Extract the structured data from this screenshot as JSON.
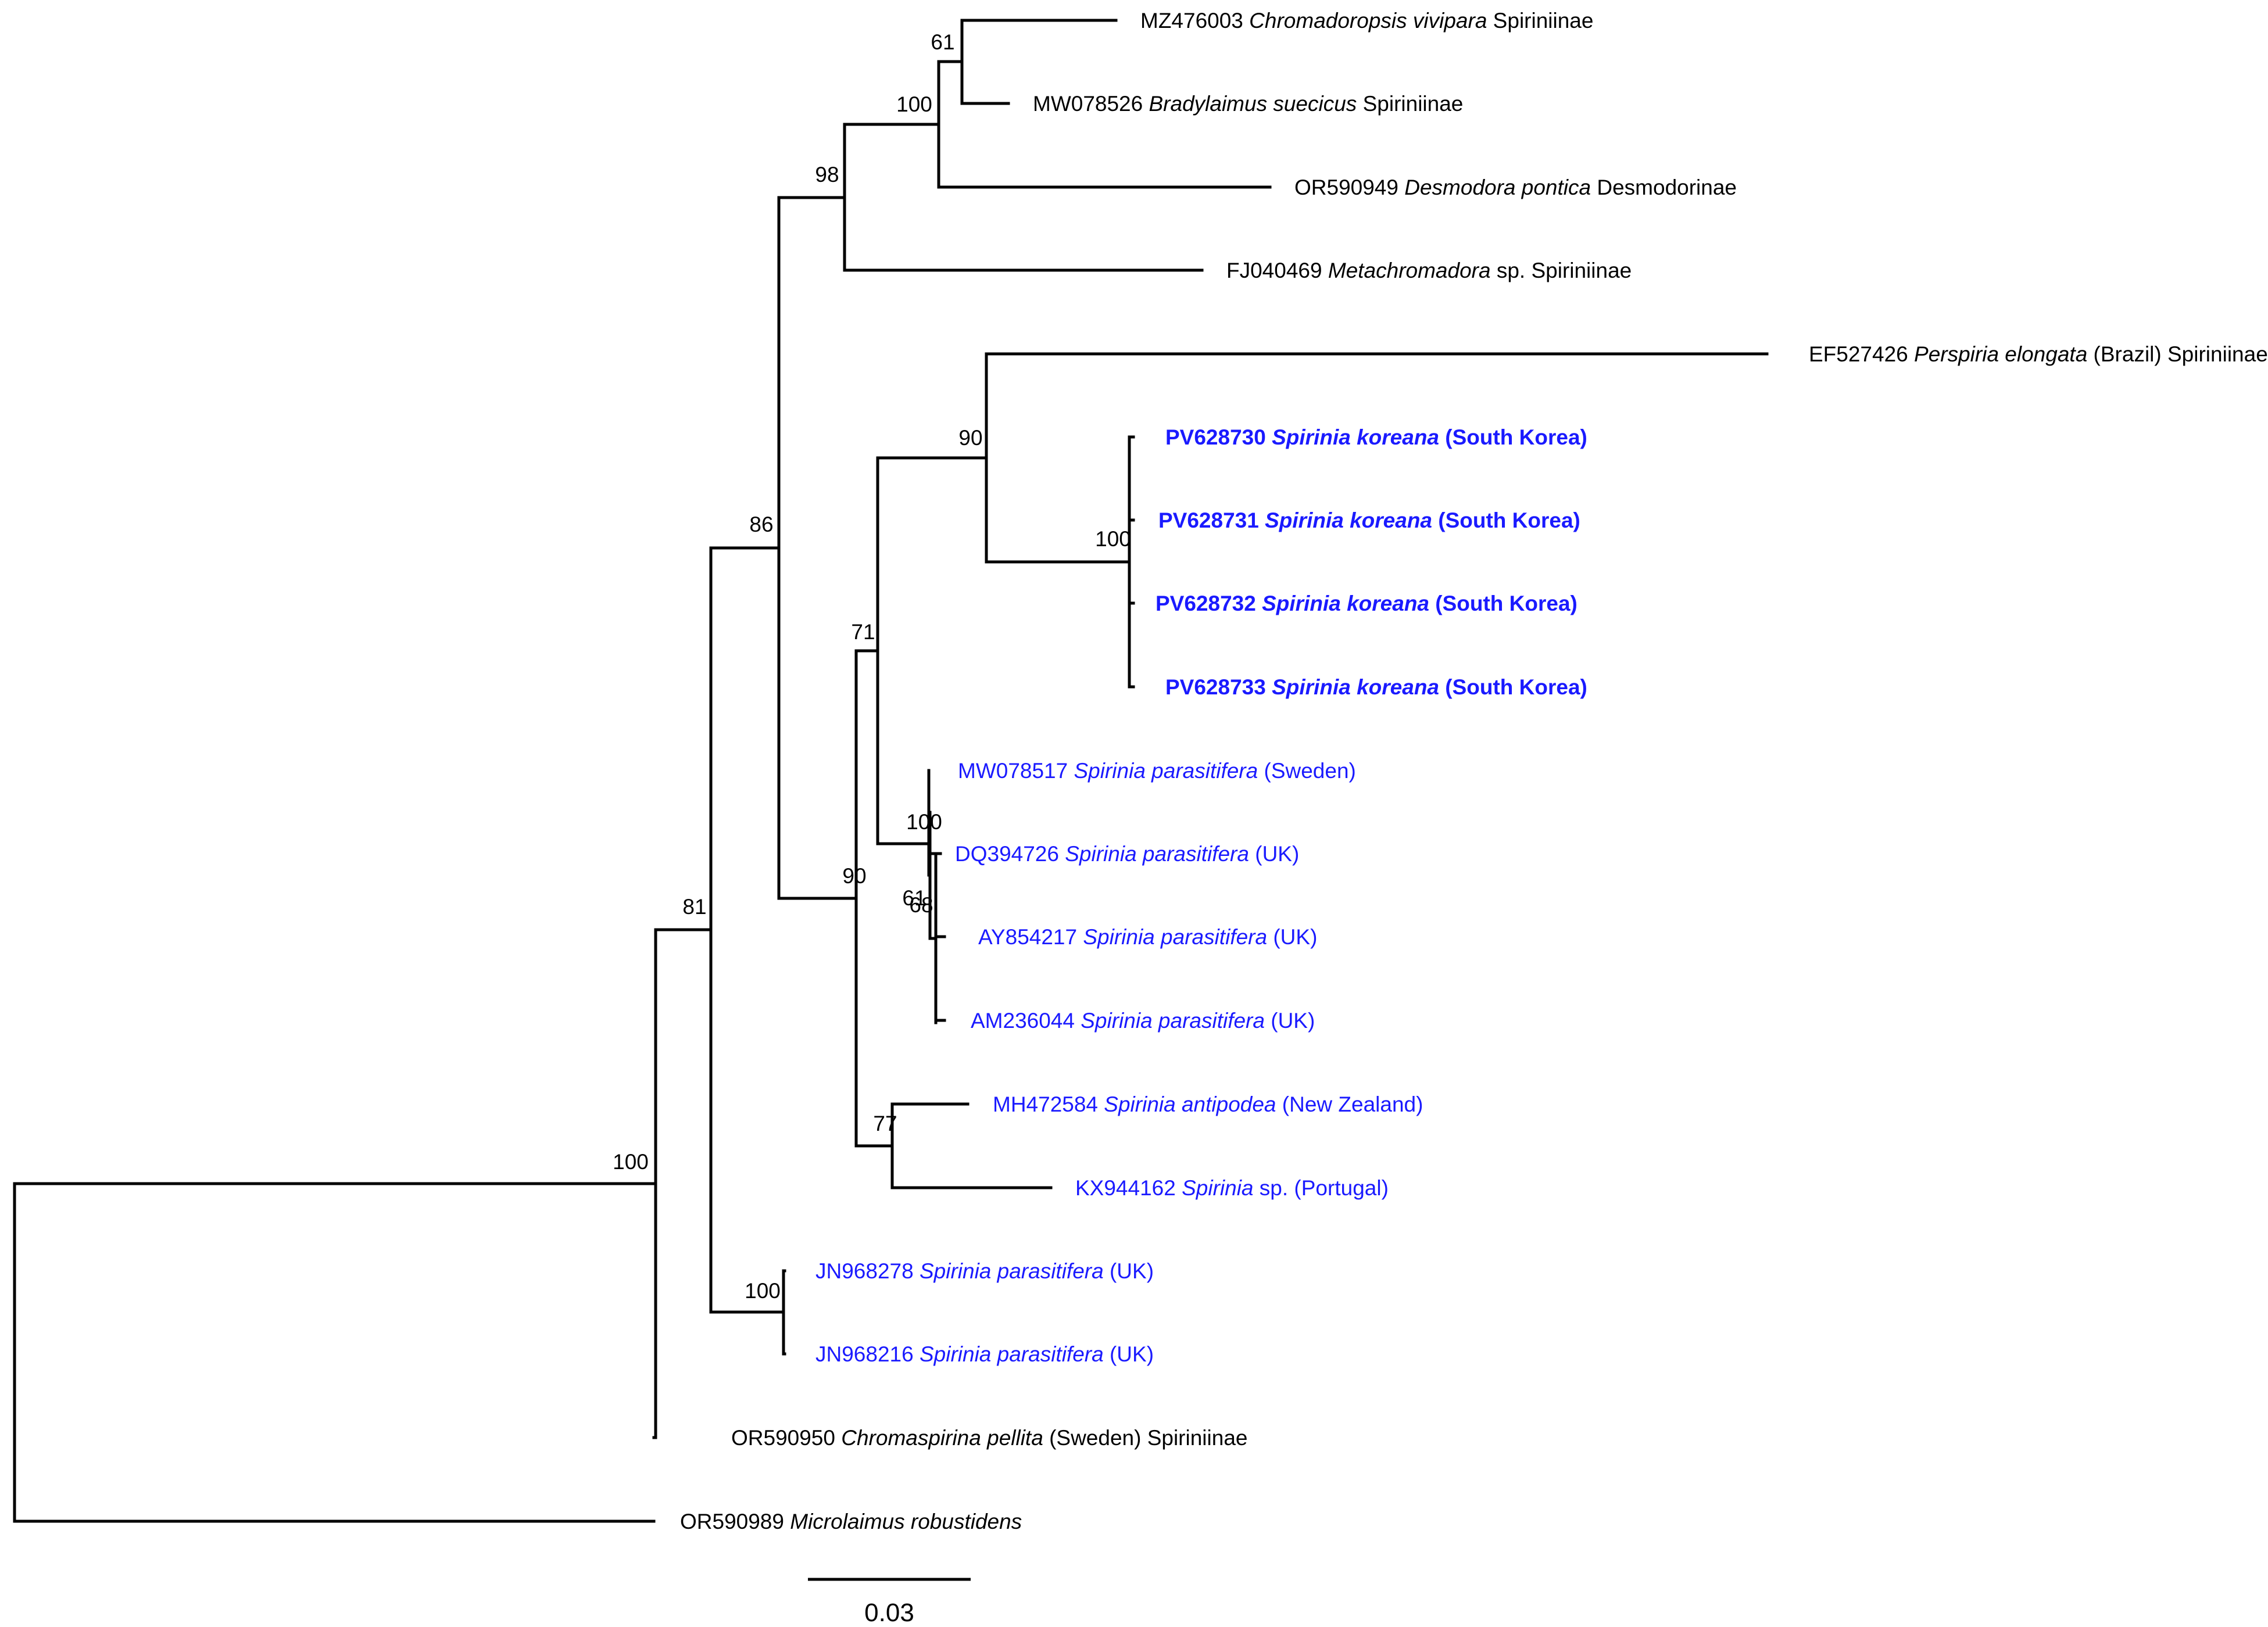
{
  "colors": {
    "black": "#000000",
    "blue": "#1a1aff"
  },
  "tips": [
    {
      "acc": "MZ476003",
      "genus": "Chromadoropsis vivipara",
      "suffix": "Spiriniinae",
      "color": "black",
      "bold": false
    },
    {
      "acc": "MW078526",
      "genus": "Bradylaimus suecicus",
      "suffix": "Spiriniinae",
      "color": "black",
      "bold": false
    },
    {
      "acc": "OR590949",
      "genus": "Desmodora pontica",
      "suffix": "Desmodorinae",
      "color": "black",
      "bold": false
    },
    {
      "acc": "FJ040469",
      "genus": "Metachromadora",
      "suffix": "sp. Spiriniinae",
      "color": "black",
      "bold": false
    },
    {
      "acc": "EF527426",
      "genus": "Perspiria elongata",
      "suffix": "(Brazil) Spiriniinae",
      "color": "black",
      "bold": false
    },
    {
      "acc": "PV628730",
      "genus": "Spirinia koreana",
      "suffix": "(South Korea)",
      "color": "blue",
      "bold": true
    },
    {
      "acc": "PV628731",
      "genus": "Spirinia koreana",
      "suffix": "(South Korea)",
      "color": "blue",
      "bold": true
    },
    {
      "acc": "PV628732",
      "genus": "Spirinia koreana",
      "suffix": "(South Korea)",
      "color": "blue",
      "bold": true
    },
    {
      "acc": "PV628733",
      "genus": "Spirinia koreana",
      "suffix": "(South Korea)",
      "color": "blue",
      "bold": true
    },
    {
      "acc": "MW078517",
      "genus": "Spirinia parasitifera",
      "suffix": "(Sweden)",
      "color": "blue",
      "bold": false
    },
    {
      "acc": "DQ394726",
      "genus": "Spirinia parasitifera",
      "suffix": "(UK)",
      "color": "blue",
      "bold": false
    },
    {
      "acc": "AY854217",
      "genus": "Spirinia parasitifera",
      "suffix": "(UK)",
      "color": "blue",
      "bold": false
    },
    {
      "acc": "AM236044",
      "genus": "Spirinia parasitifera",
      "suffix": "(UK)",
      "color": "blue",
      "bold": false
    },
    {
      "acc": "MH472584",
      "genus": "Spirinia antipodea",
      "suffix": "(New Zealand)",
      "color": "blue",
      "bold": false
    },
    {
      "acc": "KX944162",
      "genus": "Spirinia",
      "suffix": "sp. (Portugal)",
      "color": "blue",
      "bold": false
    },
    {
      "acc": "JN968278",
      "genus": "Spirinia parasitifera",
      "suffix": "(UK)",
      "color": "blue",
      "bold": false
    },
    {
      "acc": "JN968216",
      "genus": "Spirinia parasitifera",
      "suffix": "(UK)",
      "color": "blue",
      "bold": false
    },
    {
      "acc": "OR590950",
      "genus": "Chromaspirina pellita",
      "suffix": "(Sweden) Spiriniinae",
      "color": "black",
      "bold": false
    },
    {
      "acc": "OR590989",
      "genus": "Microlaimus robustidens",
      "suffix": "",
      "color": "black",
      "bold": false
    }
  ],
  "support_values": [
    "61",
    "100",
    "98",
    "90",
    "100",
    "86",
    "71",
    "100",
    "61",
    "68",
    "90",
    "77",
    "81",
    "100",
    "100"
  ],
  "scale_bar": {
    "label": "0.03"
  }
}
